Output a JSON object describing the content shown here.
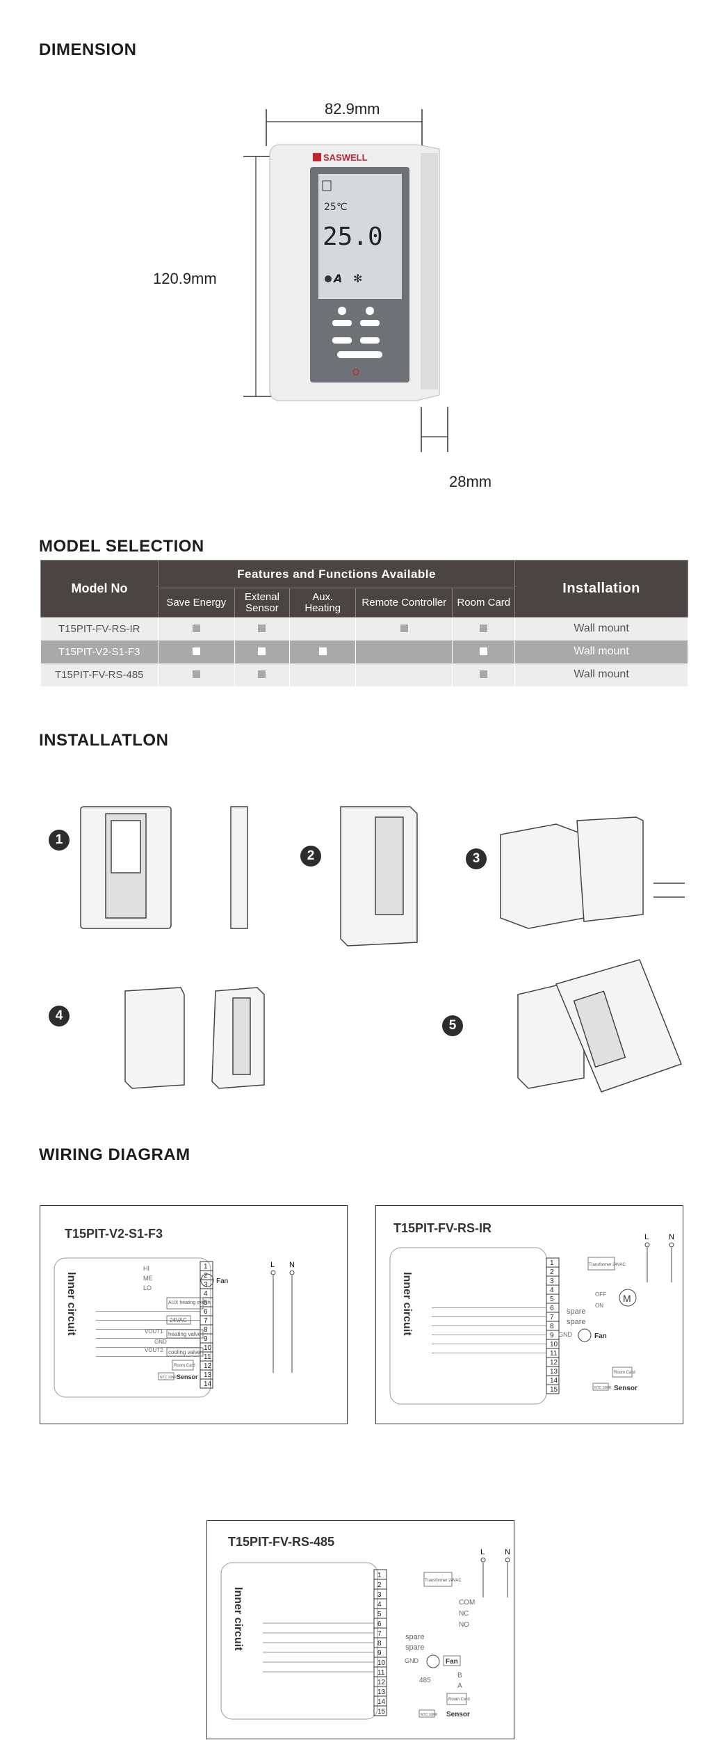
{
  "sections": {
    "dimension": "DIMENSION",
    "model_selection": "MODEL SELECTION",
    "installation": "INSTALLATLON",
    "wiring": "WIRING DIAGRAM"
  },
  "dimension": {
    "width": "82.9mm",
    "height": "120.9mm",
    "depth": "28mm",
    "brand": "SASWELL",
    "lcd_small": "25℃",
    "lcd_big": "25.0",
    "lcd_mode": "A"
  },
  "table": {
    "model_no": "Model No",
    "features_header": "Features and Functions Available",
    "installation_header": "Installation",
    "feature_cols": [
      "Save Energy",
      "Extenal Sensor",
      "Aux. Heating",
      "Remote Controller",
      "Room Card"
    ],
    "rows": [
      {
        "model": "T15PIT-FV-RS-IR",
        "install": "Wall mount",
        "features": [
          true,
          true,
          false,
          true,
          true
        ]
      },
      {
        "model": "T15PIT-V2-S1-F3",
        "install": "Wall mount",
        "features": [
          true,
          true,
          true,
          false,
          true
        ]
      },
      {
        "model": "T15PIT-FV-RS-485",
        "install": "Wall mount",
        "features": [
          true,
          true,
          false,
          false,
          true
        ]
      }
    ]
  },
  "install_steps": [
    "1",
    "2",
    "3",
    "4",
    "5"
  ],
  "wiring": {
    "inner_circuit": "Inner circuit",
    "d1": {
      "title": "T15PIT-V2-S1-F3",
      "terminals": [
        "1",
        "2",
        "3",
        "4",
        "5",
        "6",
        "7",
        "8",
        "9",
        "10",
        "11",
        "12",
        "13",
        "14"
      ],
      "labels": {
        "hi": "HI",
        "me": "ME",
        "lo": "LO",
        "fan": "Fan",
        "aux": "AUX heating switch",
        "vac": "24VAC",
        "vout1": "VOUT1",
        "gnd": "GND",
        "vout2": "VOUT2",
        "heating": "heating valve",
        "cooling": "cooling valve",
        "room": "Room Card",
        "ntc": "NTC 10KR",
        "sensor": "Sensor",
        "L": "L",
        "N": "N"
      }
    },
    "d2": {
      "title": "T15PIT-FV-RS-IR",
      "terminals": [
        "1",
        "2",
        "3",
        "4",
        "5",
        "6",
        "7",
        "8",
        "9",
        "10",
        "11",
        "12",
        "13",
        "14",
        "15"
      ],
      "labels": {
        "transformer": "Transformer 24VAC",
        "off": "OFF",
        "on": "ON",
        "m": "M",
        "spare1": "spare",
        "spare2": "spare",
        "gnd": "GND",
        "fan": "Fan",
        "room": "Room Card",
        "ntc": "NTC 10KR",
        "sensor": "Sensor",
        "L": "L",
        "N": "N"
      }
    },
    "d3": {
      "title": "T15PIT-FV-RS-485",
      "terminals": [
        "1",
        "2",
        "3",
        "4",
        "5",
        "6",
        "7",
        "8",
        "9",
        "10",
        "11",
        "12",
        "13",
        "14",
        "15"
      ],
      "labels": {
        "transformer": "Transformer 24VAC",
        "com": "COM",
        "nc": "NC",
        "no": "NO",
        "spare1": "spare",
        "spare2": "spare",
        "gnd": "GND",
        "fan": "Fan",
        "r485": "485",
        "b": "B",
        "a": "A",
        "room": "Room Card",
        "ntc": "NTC 10KR",
        "sensor": "Sensor",
        "L": "L",
        "N": "N"
      }
    }
  },
  "colors": {
    "header_bg": "#4a4443",
    "row_dark": "#a9a9a9",
    "row_light": "#ededed",
    "lcd_frame": "#6e7175",
    "lcd_screen": "#d6d9dc"
  }
}
